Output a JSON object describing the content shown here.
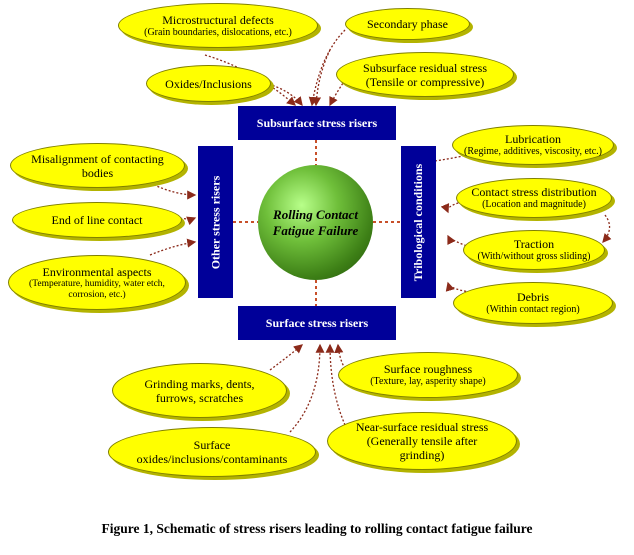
{
  "center": {
    "line1": "Rolling Contact",
    "line2": "Fatigue Failure"
  },
  "boxes": {
    "top": "Subsurface stress risers",
    "bottom": "Surface stress risers",
    "left": "Other stress risers",
    "right": "Tribological conditions"
  },
  "bubbles": {
    "microstructural_defects": {
      "title": "Microstructural defects",
      "sub": "(Grain boundaries, dislocations, etc.)"
    },
    "secondary_phase": {
      "title": "Secondary phase"
    },
    "oxides_inclusions": {
      "title": "Oxides/Inclusions"
    },
    "subsurface_residual_stress": {
      "title": "Subsurface residual stress",
      "sub": "(Tensile or compressive)"
    },
    "lubrication": {
      "title": "Lubrication",
      "sub": "(Regime, additives, viscosity, etc.)"
    },
    "contact_stress_distribution": {
      "title": "Contact stress distribution",
      "sub": "(Location and magnitude)"
    },
    "traction": {
      "title": "Traction",
      "sub": "(With/without gross sliding)"
    },
    "debris": {
      "title": "Debris",
      "sub": "(Within contact region)"
    },
    "misalignment": {
      "line1": "Misalignment of contacting",
      "line2": "bodies"
    },
    "end_of_line_contact": {
      "title": "End of line contact"
    },
    "environmental_aspects": {
      "title": "Environmental aspects",
      "sub": "(Temperature, humidity, water etch, corrosion, etc.)"
    },
    "grinding_marks": {
      "line1": "Grinding marks, dents,",
      "line2": "furrows, scratches"
    },
    "surface_oxides": {
      "line1": "Surface",
      "line2": "oxides/inclusions/contaminants"
    },
    "surface_roughness": {
      "title": "Surface roughness",
      "sub": "(Texture, lay, asperity shape)"
    },
    "near_surface_residual_stress": {
      "title": "Near-surface residual stress",
      "line2": "(Generally tensile after",
      "line3": "grinding)"
    }
  },
  "caption": "Figure 1, Schematic of stress risers leading to rolling contact fatigue failure",
  "colors": {
    "bubble_fill": "#ffff00",
    "box_fill": "#000099",
    "connector": "#8b2a1a",
    "sphere": "#4f9a22"
  }
}
